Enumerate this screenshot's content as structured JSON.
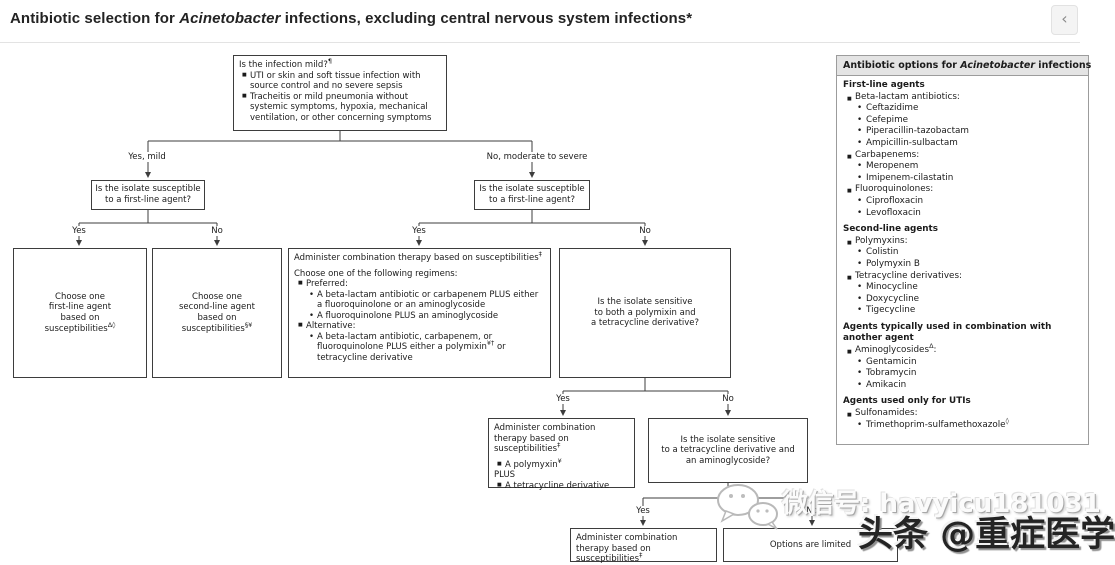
{
  "header": {
    "title_pre": "Antibiotic selection for ",
    "title_italic": "Acinetobacter",
    "title_post": " infections, excluding central nervous system infections*",
    "back_chevron": "‹"
  },
  "fc": {
    "root": {
      "q": "Is the infection mild?",
      "q_sup": "¶",
      "b1": "UTI or skin and soft tissue infection with source control and no severe sepsis",
      "b2": "Tracheitis or mild pneumonia without systemic symptoms, hypoxia, mechanical ventilation, or other concerning symptoms"
    },
    "labels": {
      "yes_mild": "Yes, mild",
      "no_moderate": "No, moderate to severe",
      "yes": "Yes",
      "no": "No"
    },
    "q_firstline": "Is the isolate susceptible\nto a first-line agent?",
    "first": {
      "text": "Choose one\nfirst-line agent\nbased on\nsusceptibilities",
      "sup": "Δ◊"
    },
    "second": {
      "text": "Choose one\nsecond-line agent\nbased on\nsusceptibilities",
      "sup": "§¥"
    },
    "combo": {
      "title": "Administer combination therapy based on susceptibilities",
      "title_sup": "‡",
      "intro": "Choose one of the following regimens:",
      "preferred": "Preferred:",
      "p1": "A beta-lactam antibiotic or carbapenem PLUS either a fluoroquinolone or an aminoglycoside",
      "p2": "A fluoroquinolone PLUS an aminoglycoside",
      "alternative": "Alternative:",
      "a1_pre": "A beta-lactam antibiotic, carbapenem, or fluoroquinolone PLUS either a polymixin",
      "a1_sup": "¥†",
      "a1_post": " or tetracycline derivative"
    },
    "polyq": "Is the isolate sensitive\nto both a polymixin and\na tetracycline derivative?",
    "polyrx": {
      "title": "Administer combination therapy based on susceptibilities",
      "title_sup": "‡",
      "i1": "A polymyxin",
      "i1_sup": "¥",
      "plus": "PLUS",
      "i2": "A tetracycline derivative"
    },
    "tetq": "Is the isolate sensitive\nto a tetracycline derivative and\nan aminoglycoside?",
    "bottomrx": {
      "title": "Administer combination therapy based on susceptibilities",
      "title_sup": "‡"
    },
    "limited": "Options are limited"
  },
  "sidebar": {
    "title_pre": "Antibiotic options for ",
    "title_italic": "Acinetobacter",
    "title_post": " infections",
    "sections": [
      {
        "heading": "First-line agents",
        "groups": [
          {
            "label": "Beta-lactam antibiotics:",
            "items": [
              {
                "text": "Ceftazidime"
              },
              {
                "text": "Cefepime"
              },
              {
                "text": "Piperacillin-tazobactam"
              },
              {
                "text": "Ampicillin-sulbactam"
              }
            ]
          },
          {
            "label": "Carbapenems:",
            "items": [
              {
                "text": "Meropenem"
              },
              {
                "text": "Imipenem-cilastatin"
              }
            ]
          },
          {
            "label": "Fluoroquinolones:",
            "items": [
              {
                "text": "Ciprofloxacin"
              },
              {
                "text": "Levofloxacin"
              }
            ]
          }
        ]
      },
      {
        "heading": "Second-line agents",
        "groups": [
          {
            "label": "Polymyxins:",
            "items": [
              {
                "text": "Colistin"
              },
              {
                "text": "Polymyxin B"
              }
            ]
          },
          {
            "label": "Tetracycline derivatives:",
            "items": [
              {
                "text": "Minocycline"
              },
              {
                "text": "Doxycycline"
              },
              {
                "text": "Tigecycline"
              }
            ]
          }
        ]
      },
      {
        "heading": "Agents typically used in combination with another agent",
        "groups": [
          {
            "label": "Aminoglycosides",
            "sup": "Δ",
            "label_post": ":",
            "items": [
              {
                "text": "Gentamicin"
              },
              {
                "text": "Tobramycin"
              },
              {
                "text": "Amikacin"
              }
            ]
          }
        ]
      },
      {
        "heading": "Agents used only for UTIs",
        "groups": [
          {
            "label": "Sulfonamides:",
            "items": [
              {
                "text": "Trimethoprim-sulfamethoxazole",
                "sup": "◊"
              }
            ]
          }
        ]
      }
    ]
  },
  "watermark": {
    "wechat": "微信号: havyicu181031",
    "toutiao": "头条 @重症医学",
    "icon": "wechat-icon"
  }
}
